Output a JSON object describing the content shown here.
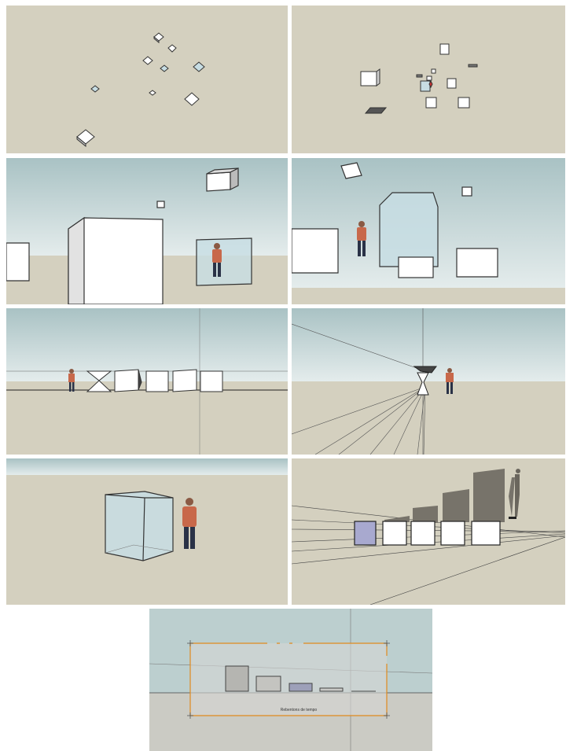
{
  "page": {
    "background": "#ffffff",
    "panel_colors": {
      "ground": "#d4d0bf",
      "sky_top": "#a9c2c4",
      "sky_bottom": "#e4ecec",
      "box_face": "#ffffff",
      "box_shade": "#dedede",
      "glass": "#c7dde3",
      "ink": "#333333",
      "shadow": "#77736a",
      "selection": "#e08a1e",
      "person_shirt": "#c8684a",
      "person_pants": "#2a3247",
      "selected_box": "#a8a9cf"
    }
  },
  "panels": [
    {
      "name": "top-view-scattered-boxes"
    },
    {
      "name": "top-view-scattered-boxes-rotated"
    },
    {
      "name": "perspective-boxes-with-person"
    },
    {
      "name": "perspective-glass-box-with-person"
    },
    {
      "name": "row-of-rotated-boxes"
    },
    {
      "name": "vanishing-point-box-twist"
    },
    {
      "name": "glass-cube-with-person"
    },
    {
      "name": "growing-box-shadows"
    },
    {
      "name": "section-selection-view"
    }
  ],
  "section_label": "Rebentons de tempo"
}
